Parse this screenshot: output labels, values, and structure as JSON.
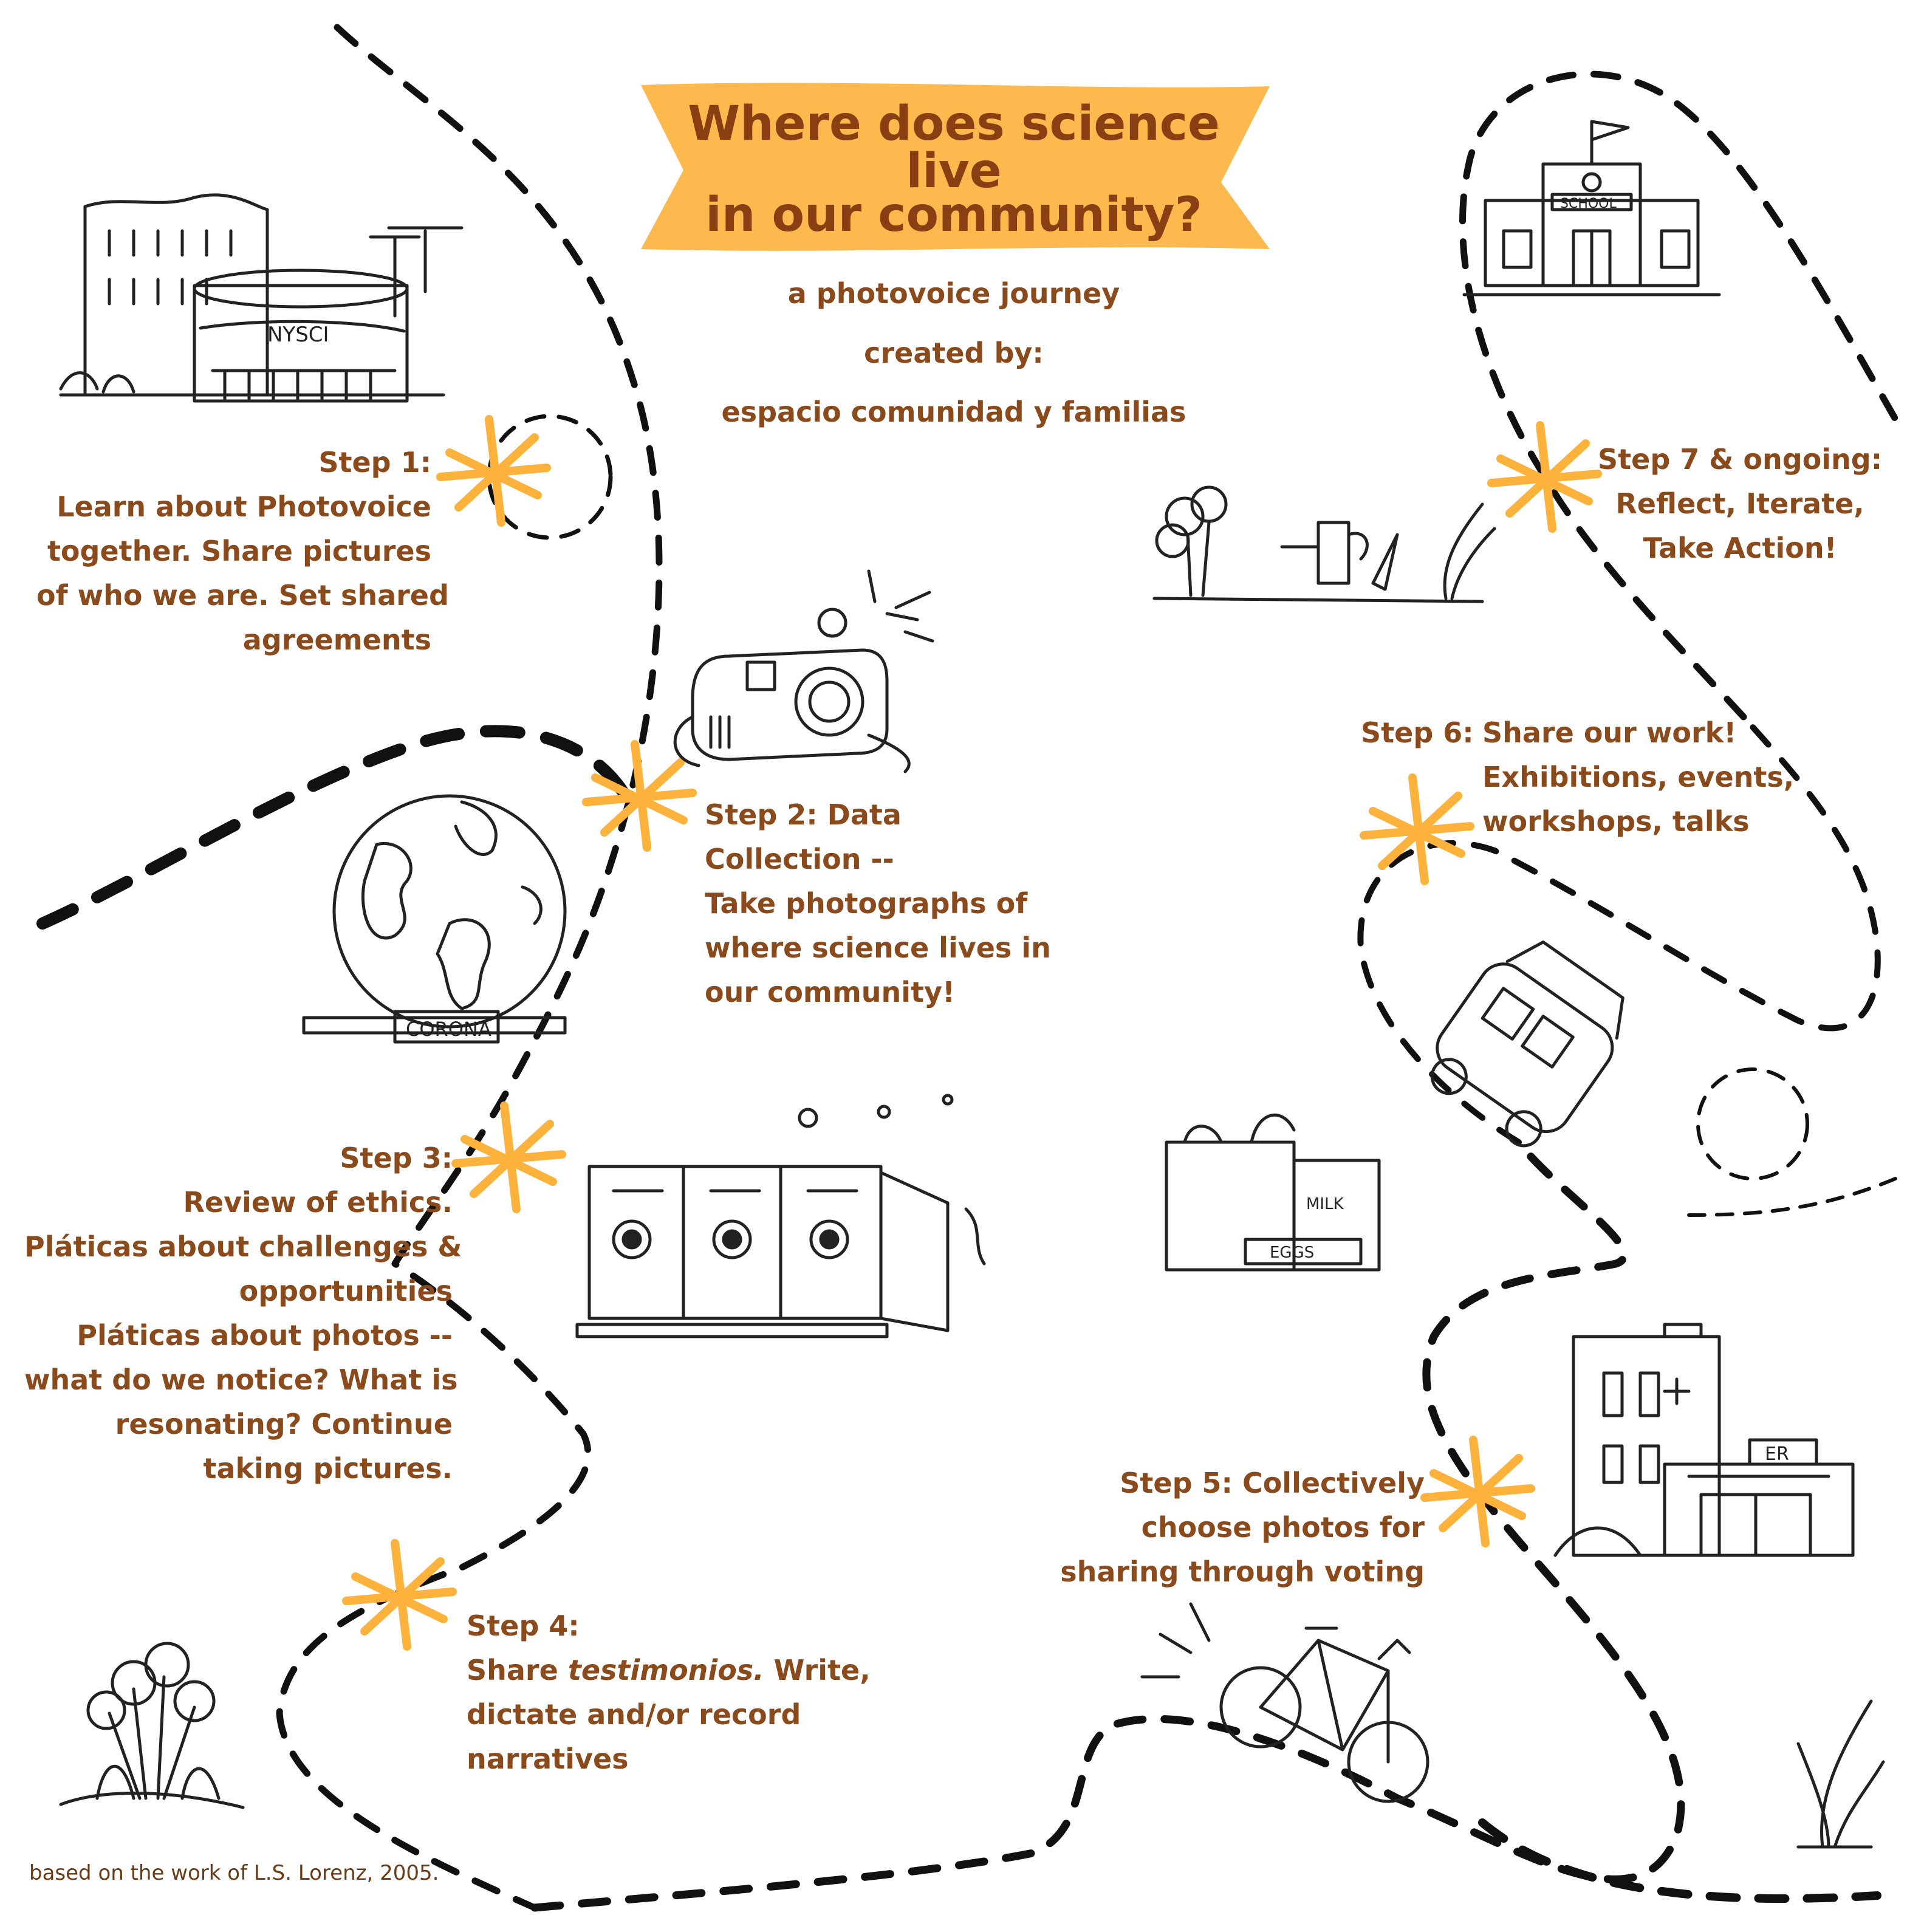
{
  "title": {
    "line1": "Where does science live",
    "line2": "in our community?"
  },
  "subtitle": {
    "line1": "a photovoice journey",
    "line2": "created by:",
    "line3": "espacio comunidad y familias"
  },
  "steps": {
    "step1": {
      "heading": "Step 1:",
      "lines": [
        "Learn about Photovoice",
        "together. Share pictures",
        "of who we are. Set shared",
        "agreements"
      ]
    },
    "step2": {
      "heading": "Step 2: Data",
      "lines": [
        "Collection --",
        "Take photographs of",
        "where science lives in",
        "our community!"
      ]
    },
    "step3": {
      "heading": "Step 3:",
      "lines": [
        "Review of ethics.",
        "Pláticas about challenges &",
        "opportunities",
        "Pláticas about photos --",
        "what do we notice? What is",
        "resonating? Continue",
        "taking pictures."
      ]
    },
    "step4": {
      "heading": "Step 4:",
      "line1_pre": "Share ",
      "line1_em": "testimonios.",
      "line1_post": " Write,",
      "lines": [
        "dictate and/or record",
        "narratives"
      ]
    },
    "step5": {
      "heading": "Step 5: Collectively",
      "lines": [
        "choose photos for",
        "sharing through voting"
      ]
    },
    "step6": {
      "heading": "Step 6:",
      "lines": [
        "Share our work!",
        "Exhibitions, events,",
        "workshops, talks"
      ]
    },
    "step7": {
      "heading": "Step 7 & ongoing:",
      "lines": [
        "Reflect, Iterate,",
        "Take Action!"
      ]
    }
  },
  "illustration_labels": {
    "building_sign": "NYSCI",
    "globe_base": "CORONA",
    "school_sign": "SCHOOL",
    "hospital_sign": "ER",
    "milk": "MILK",
    "eggs": "EGGS"
  },
  "footer": "based on the work of L.S. Lorenz, 2005.",
  "colors": {
    "banner": "#fdb94d",
    "title_text": "#8a3f12",
    "body_text": "#8a4a1b",
    "star": "#fdb23c",
    "path": "#111111"
  },
  "icons": [
    "nysci-building-icon",
    "globe-icon",
    "camera-icon",
    "laundromat-icon",
    "flowers-icon",
    "bicycle-icon",
    "hospital-icon",
    "grocery-bag-icon",
    "car-icon",
    "school-icon",
    "garden-icon",
    "sprout-icon",
    "star-marker-icon"
  ]
}
